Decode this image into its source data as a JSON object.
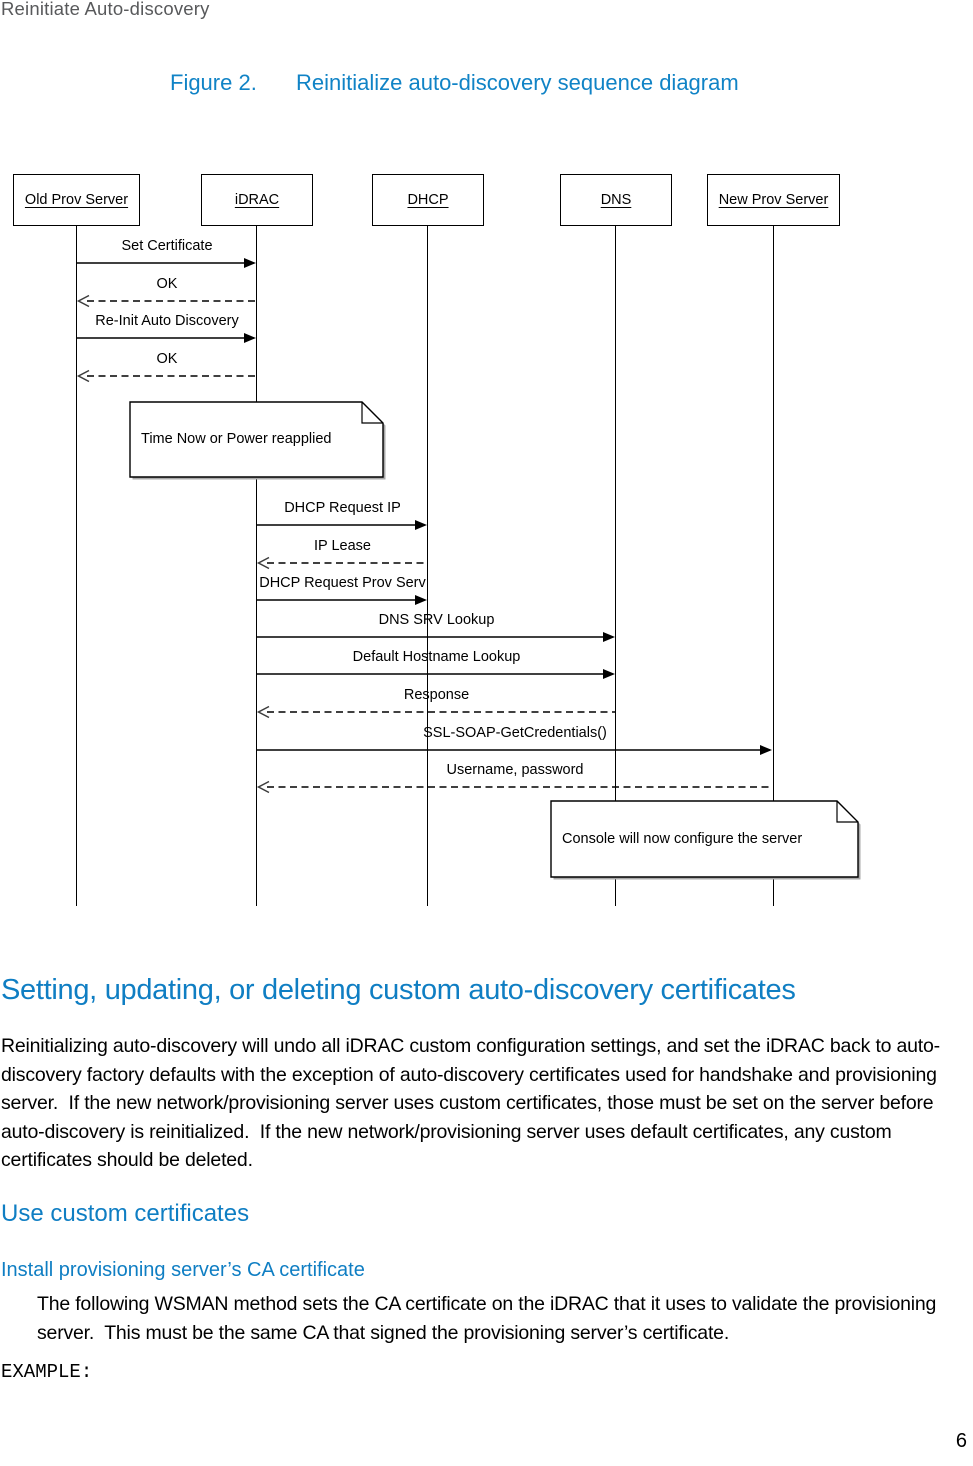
{
  "page": {
    "running_header": "Reinitiate Auto-discovery",
    "page_number": "6"
  },
  "figure": {
    "label": "Figure 2.",
    "title": "Reinitialize auto-discovery sequence diagram"
  },
  "diagram": {
    "actors": [
      {
        "name": "Old Prov Server"
      },
      {
        "name": "iDRAC"
      },
      {
        "name": "DHCP"
      },
      {
        "name": "DNS"
      },
      {
        "name": "New Prov Server"
      }
    ],
    "messages": [
      {
        "label": "Set Certificate",
        "from": "Old Prov Server",
        "to": "iDRAC",
        "style": "solid"
      },
      {
        "label": "OK",
        "from": "iDRAC",
        "to": "Old Prov Server",
        "style": "dashed"
      },
      {
        "label": "Re-Init Auto Discovery",
        "from": "Old Prov Server",
        "to": "iDRAC",
        "style": "solid"
      },
      {
        "label": "OK",
        "from": "iDRAC",
        "to": "Old Prov Server",
        "style": "dashed"
      },
      {
        "label": "DHCP Request IP",
        "from": "iDRAC",
        "to": "DHCP",
        "style": "solid"
      },
      {
        "label": "IP Lease",
        "from": "DHCP",
        "to": "iDRAC",
        "style": "dashed"
      },
      {
        "label": "DHCP Request Prov Serv",
        "from": "iDRAC",
        "to": "DHCP",
        "style": "solid"
      },
      {
        "label": "DNS SRV Lookup",
        "from": "iDRAC",
        "to": "DNS",
        "style": "solid"
      },
      {
        "label": "Default Hostname Lookup",
        "from": "iDRAC",
        "to": "DNS",
        "style": "solid"
      },
      {
        "label": "Response",
        "from": "DNS",
        "to": "iDRAC",
        "style": "dashed"
      },
      {
        "label": "SSL-SOAP-GetCredentials()",
        "from": "iDRAC",
        "to": "New Prov Server",
        "style": "solid"
      },
      {
        "label": "Username, password",
        "from": "New Prov Server",
        "to": "iDRAC",
        "style": "dashed"
      }
    ],
    "notes": [
      {
        "text": "Time Now or Power reapplied"
      },
      {
        "text": "Console will now configure the server"
      }
    ]
  },
  "sections": {
    "heading1": "Setting, updating, or deleting custom auto-discovery certificates",
    "para1": "Reinitializing auto-discovery will undo all iDRAC custom configuration settings, and set the iDRAC back to auto-discovery factory defaults with the exception of auto-discovery certificates used for handshake and provisioning server.  If the new network/provisioning server uses custom certificates, those must be set on the server before auto-discovery is reinitialized.  If the new network/provisioning server uses default certificates, any custom certificates should be deleted.",
    "heading2": "Use custom certificates",
    "heading3": "Install provisioning server’s CA certificate",
    "para2": "The following WSMAN method sets the CA certificate on the iDRAC that it uses to validate the provisioning server.  This must be the same CA that signed the provisioning server’s certificate.",
    "example_label": "EXAMPLE:"
  },
  "colors": {
    "heading_blue": "#0f7ec3",
    "running_header_gray": "#58595b",
    "diagram_line": "#000000"
  }
}
